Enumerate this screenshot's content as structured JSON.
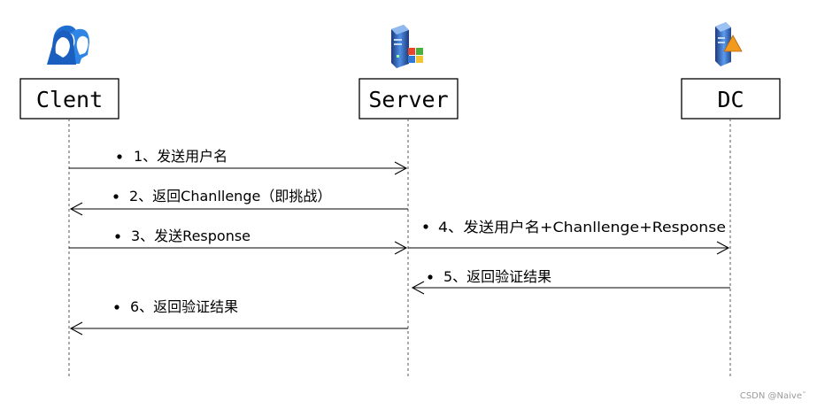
{
  "actors": [
    {
      "id": "client",
      "label": "Clent",
      "icon": "users-icon"
    },
    {
      "id": "server",
      "label": "Server",
      "icon": "windows-server-icon"
    },
    {
      "id": "dc",
      "label": "DC",
      "icon": "domain-controller-icon"
    }
  ],
  "messages": [
    {
      "label": "1、发送用户名",
      "from": "client",
      "to": "server"
    },
    {
      "label": "2、返回Chanllenge（即挑战）",
      "from": "server",
      "to": "client"
    },
    {
      "label": "3、发送Response",
      "from": "client",
      "to": "server"
    },
    {
      "label": "4、发送用户名+Chanllenge+Response",
      "from": "server",
      "to": "dc"
    },
    {
      "label": "5、返回验证结果",
      "from": "dc",
      "to": "server"
    },
    {
      "label": "6、返回验证结果",
      "from": "server",
      "to": "client"
    }
  ],
  "watermark": "CSDN @Naive˜",
  "colors": {
    "line": "#000000",
    "lifeline": "#555555",
    "icon_blue": "#1f6fd1",
    "icon_dark": "#1d3a7a",
    "win_red": "#e8452c",
    "win_green": "#4caf3d",
    "win_blue": "#2f7ad6",
    "win_yellow": "#f4c430",
    "dc_orange": "#f29a1e"
  }
}
